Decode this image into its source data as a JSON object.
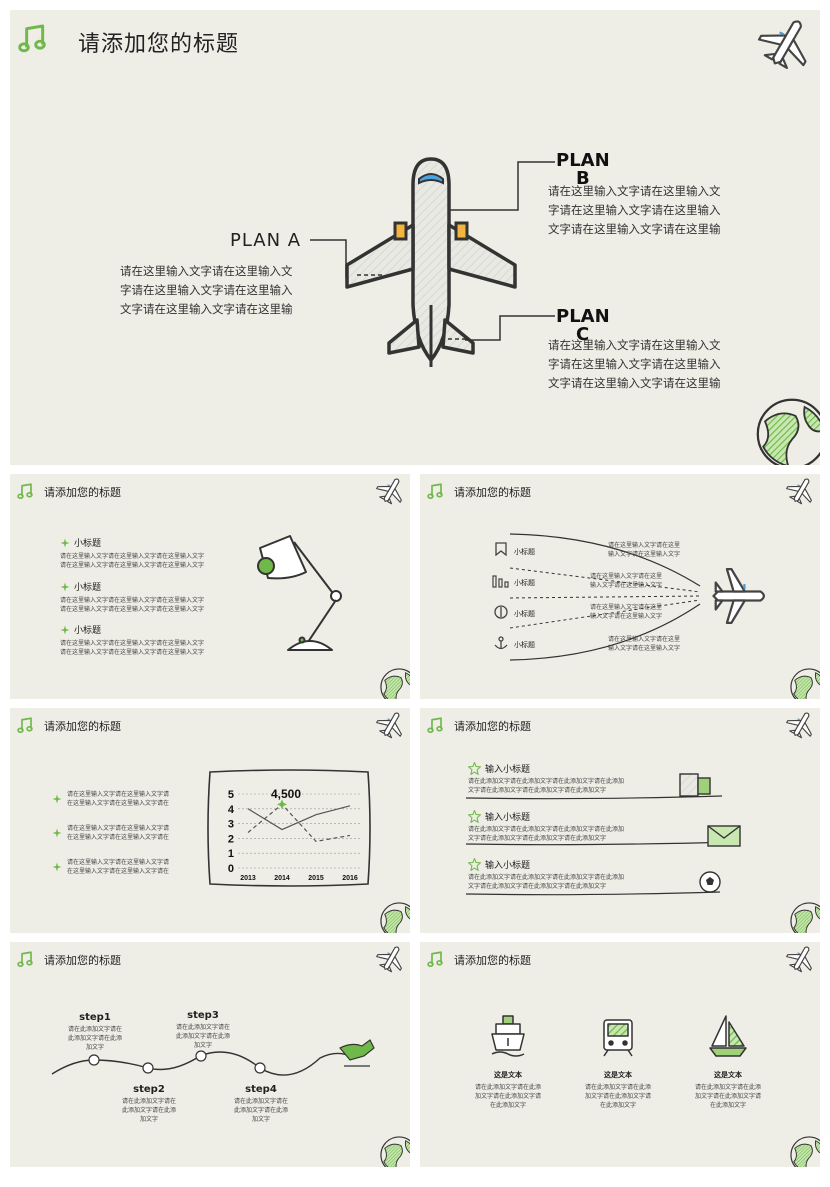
{
  "main": {
    "title": "请添加您的标题",
    "plan_a": {
      "label": "PLAN A",
      "lines": [
        "请在这里输入文字请在这里输入文",
        "字请在这里输入文字请在这里输入",
        "文字请在这里输入文字请在这里输"
      ]
    },
    "plan_b": {
      "label_1": "PLAN",
      "label_2": "B",
      "lines": [
        "请在这里输入文字请在这里输入文",
        "字请在这里输入文字请在这里输入",
        "文字请在这里输入文字请在这里输"
      ]
    },
    "plan_c": {
      "label_1": "PLAN",
      "label_2": "C",
      "lines": [
        "请在这里输入文字请在这里输入文",
        "字请在这里输入文字请在这里输入",
        "文字请在这里输入文字请在这里输"
      ]
    }
  },
  "slide1": {
    "title": "请添加您的标题",
    "items": [
      {
        "heading": "小标题",
        "lines": [
          "请在这里输入文字请在这里输入文字请在这里输入文字",
          "请在这里输入文字请在这里输入文字请在这里输入文字"
        ]
      },
      {
        "heading": "小标题",
        "lines": [
          "请在这里输入文字请在这里输入文字请在这里输入文字",
          "请在这里输入文字请在这里输入文字请在这里输入文字"
        ]
      },
      {
        "heading": "小标题",
        "lines": [
          "请在这里输入文字请在这里输入文字请在这里输入文字",
          "请在这里输入文字请在这里输入文字请在这里输入文字"
        ]
      }
    ]
  },
  "slide2": {
    "title": "请添加您的标题",
    "rows": [
      {
        "heading": "小标题",
        "lines": [
          "请在这里输入文字请在这里",
          "输入文字请在这里输入文字"
        ]
      },
      {
        "heading": "小标题",
        "lines": [
          "请在这里输入文字请在这里",
          "输入文字请在这里输入文字"
        ]
      },
      {
        "heading": "小标题",
        "lines": [
          "请在这里输入文字请在这里",
          "输入文字请在这里输入文字"
        ]
      },
      {
        "heading": "小标题",
        "lines": [
          "请在这里输入文字请在这里",
          "输入文字请在这里输入文字"
        ]
      }
    ]
  },
  "slide3": {
    "title": "请添加您的标题",
    "items": [
      {
        "lines": [
          "请在这里输入文字请在这里输入文字请",
          "在这里输入文字请在这里输入文字请在"
        ]
      },
      {
        "lines": [
          "请在这里输入文字请在这里输入文字请",
          "在这里输入文字请在这里输入文字请在"
        ]
      },
      {
        "lines": [
          "请在这里输入文字请在这里输入文字请",
          "在这里输入文字请在这里输入文字请在"
        ]
      }
    ],
    "chart_data": {
      "type": "line",
      "categories": [
        "2013",
        "2014",
        "2015",
        "2016"
      ],
      "series": [
        {
          "values": [
            4.0,
            2.6,
            3.6,
            4.2
          ]
        },
        {
          "values": [
            2.4,
            4.3,
            1.8,
            2.2
          ]
        }
      ],
      "annotation": "4,500",
      "ylim": [
        0,
        5
      ],
      "yticks": [
        "0",
        "1",
        "2",
        "3",
        "4",
        "5"
      ],
      "grid": true,
      "colors": [
        "#555555",
        "#555555"
      ]
    }
  },
  "slide4": {
    "title": "请添加您的标题",
    "items": [
      {
        "heading": "输入小标题",
        "lines": [
          "请在此添加文字请在此添加文字请在此添加文字请在此添加",
          "文字请在此添加文字请在此添加文字请在此添加文字"
        ]
      },
      {
        "heading": "输入小标题",
        "lines": [
          "请在此添加文字请在此添加文字请在此添加文字请在此添加",
          "文字请在此添加文字请在此添加文字请在此添加文字"
        ]
      },
      {
        "heading": "输入小标题",
        "lines": [
          "请在此添加文字请在此添加文字请在此添加文字请在此添加",
          "文字请在此添加文字请在此添加文字请在此添加文字"
        ]
      }
    ]
  },
  "slide5": {
    "title": "请添加您的标题",
    "steps": [
      {
        "label": "step1",
        "lines": [
          "请在此添加文字请在",
          "此添加文字请在此添",
          "加文字"
        ]
      },
      {
        "label": "step2",
        "lines": [
          "请在此添加文字请在",
          "此添加文字请在此添",
          "加文字"
        ]
      },
      {
        "label": "step3",
        "lines": [
          "请在此添加文字请在",
          "此添加文字请在此添",
          "加文字"
        ]
      },
      {
        "label": "step4",
        "lines": [
          "请在此添加文字请在",
          "此添加文字请在此添",
          "加文字"
        ]
      }
    ]
  },
  "slide6": {
    "title": "请添加您的标题",
    "items": [
      {
        "heading": "这是文本",
        "lines": [
          "请在此添加文字请在此添",
          "加文字请在此添加文字请",
          "在此添加文字"
        ]
      },
      {
        "heading": "这是文本",
        "lines": [
          "请在此添加文字请在此添",
          "加文字请在此添加文字请",
          "在此添加文字"
        ]
      },
      {
        "heading": "这是文本",
        "lines": [
          "请在此添加文字请在此添",
          "加文字请在此添加文字请",
          "在此添加文字"
        ]
      }
    ]
  },
  "colors": {
    "background": "#eeede6",
    "accent": "#7cbf58",
    "line": "#333333"
  }
}
